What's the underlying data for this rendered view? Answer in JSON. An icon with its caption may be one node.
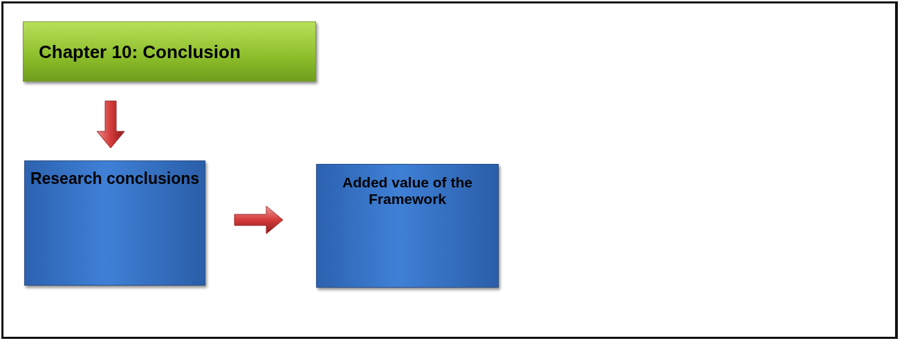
{
  "diagram": {
    "nodes": [
      {
        "text": [
          "Chapter 10: Conclusion"
        ]
      },
      {
        "text": [
          "Research conclusions"
        ]
      },
      {
        "text": [
          "Added value of the Framework"
        ]
      }
    ],
    "edges": [
      {
        "from": 0,
        "to": 1,
        "arrow": "to"
      },
      {
        "from": 1,
        "to": 2,
        "arrow": "to"
      }
    ]
  }
}
